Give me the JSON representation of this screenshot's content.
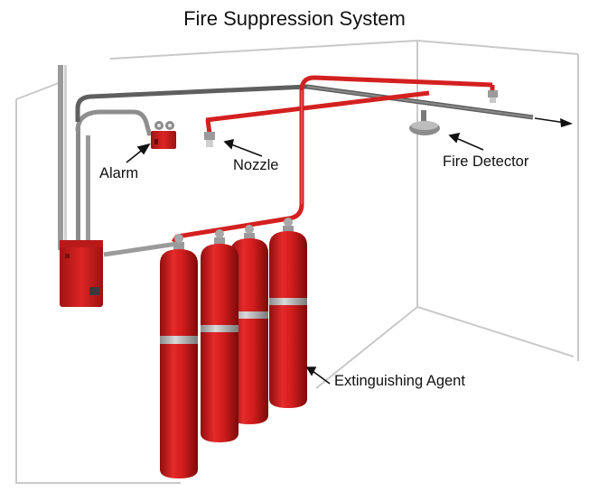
{
  "title": "Fire Suppression System",
  "labels": {
    "alarm": "Alarm",
    "nozzle": "Nozzle",
    "fire_detector": "Fire Detector",
    "extinguishing_agent": "Extinguishing Agent"
  },
  "colors": {
    "pipe_red": "#d42020",
    "cylinder_red": "#d81e1e",
    "cylinder_shade": "#9e1212",
    "gray_pipe": "#8a8a8a",
    "dark_pipe": "#5c5c5c",
    "room_line": "#c8c8c8"
  },
  "cylinder_count": 4
}
